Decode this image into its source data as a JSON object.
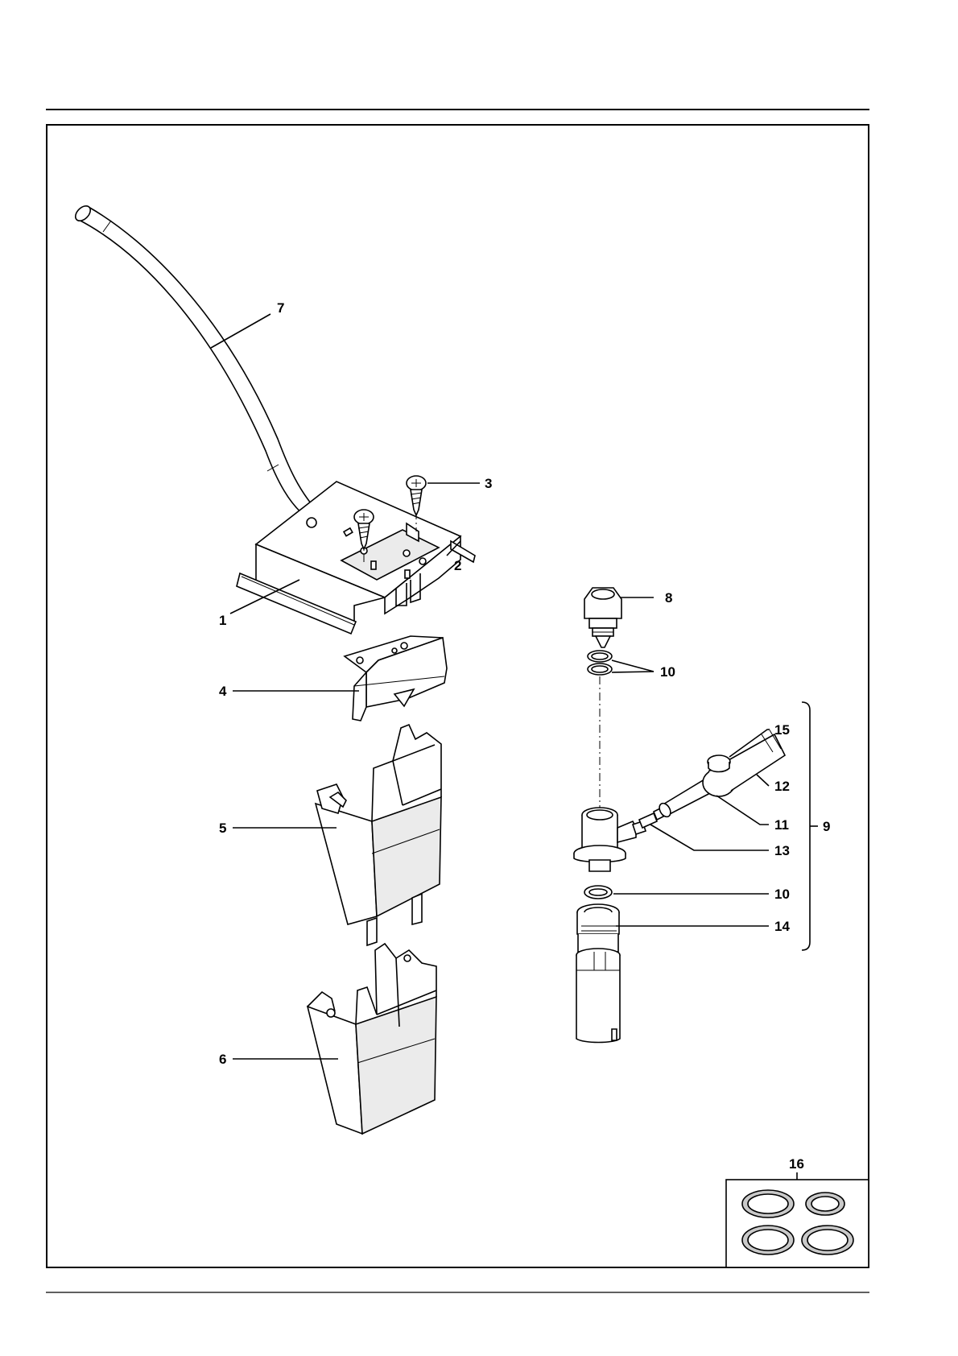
{
  "labels": {
    "l1": "1",
    "l2": "2",
    "l3": "3",
    "l4": "4",
    "l5": "5",
    "l6": "6",
    "l7": "7",
    "l8": "8",
    "l9": "9",
    "l10a": "10",
    "l10b": "10",
    "l11": "11",
    "l12": "12",
    "l13": "13",
    "l14": "14",
    "l15": "15",
    "l16": "16"
  }
}
